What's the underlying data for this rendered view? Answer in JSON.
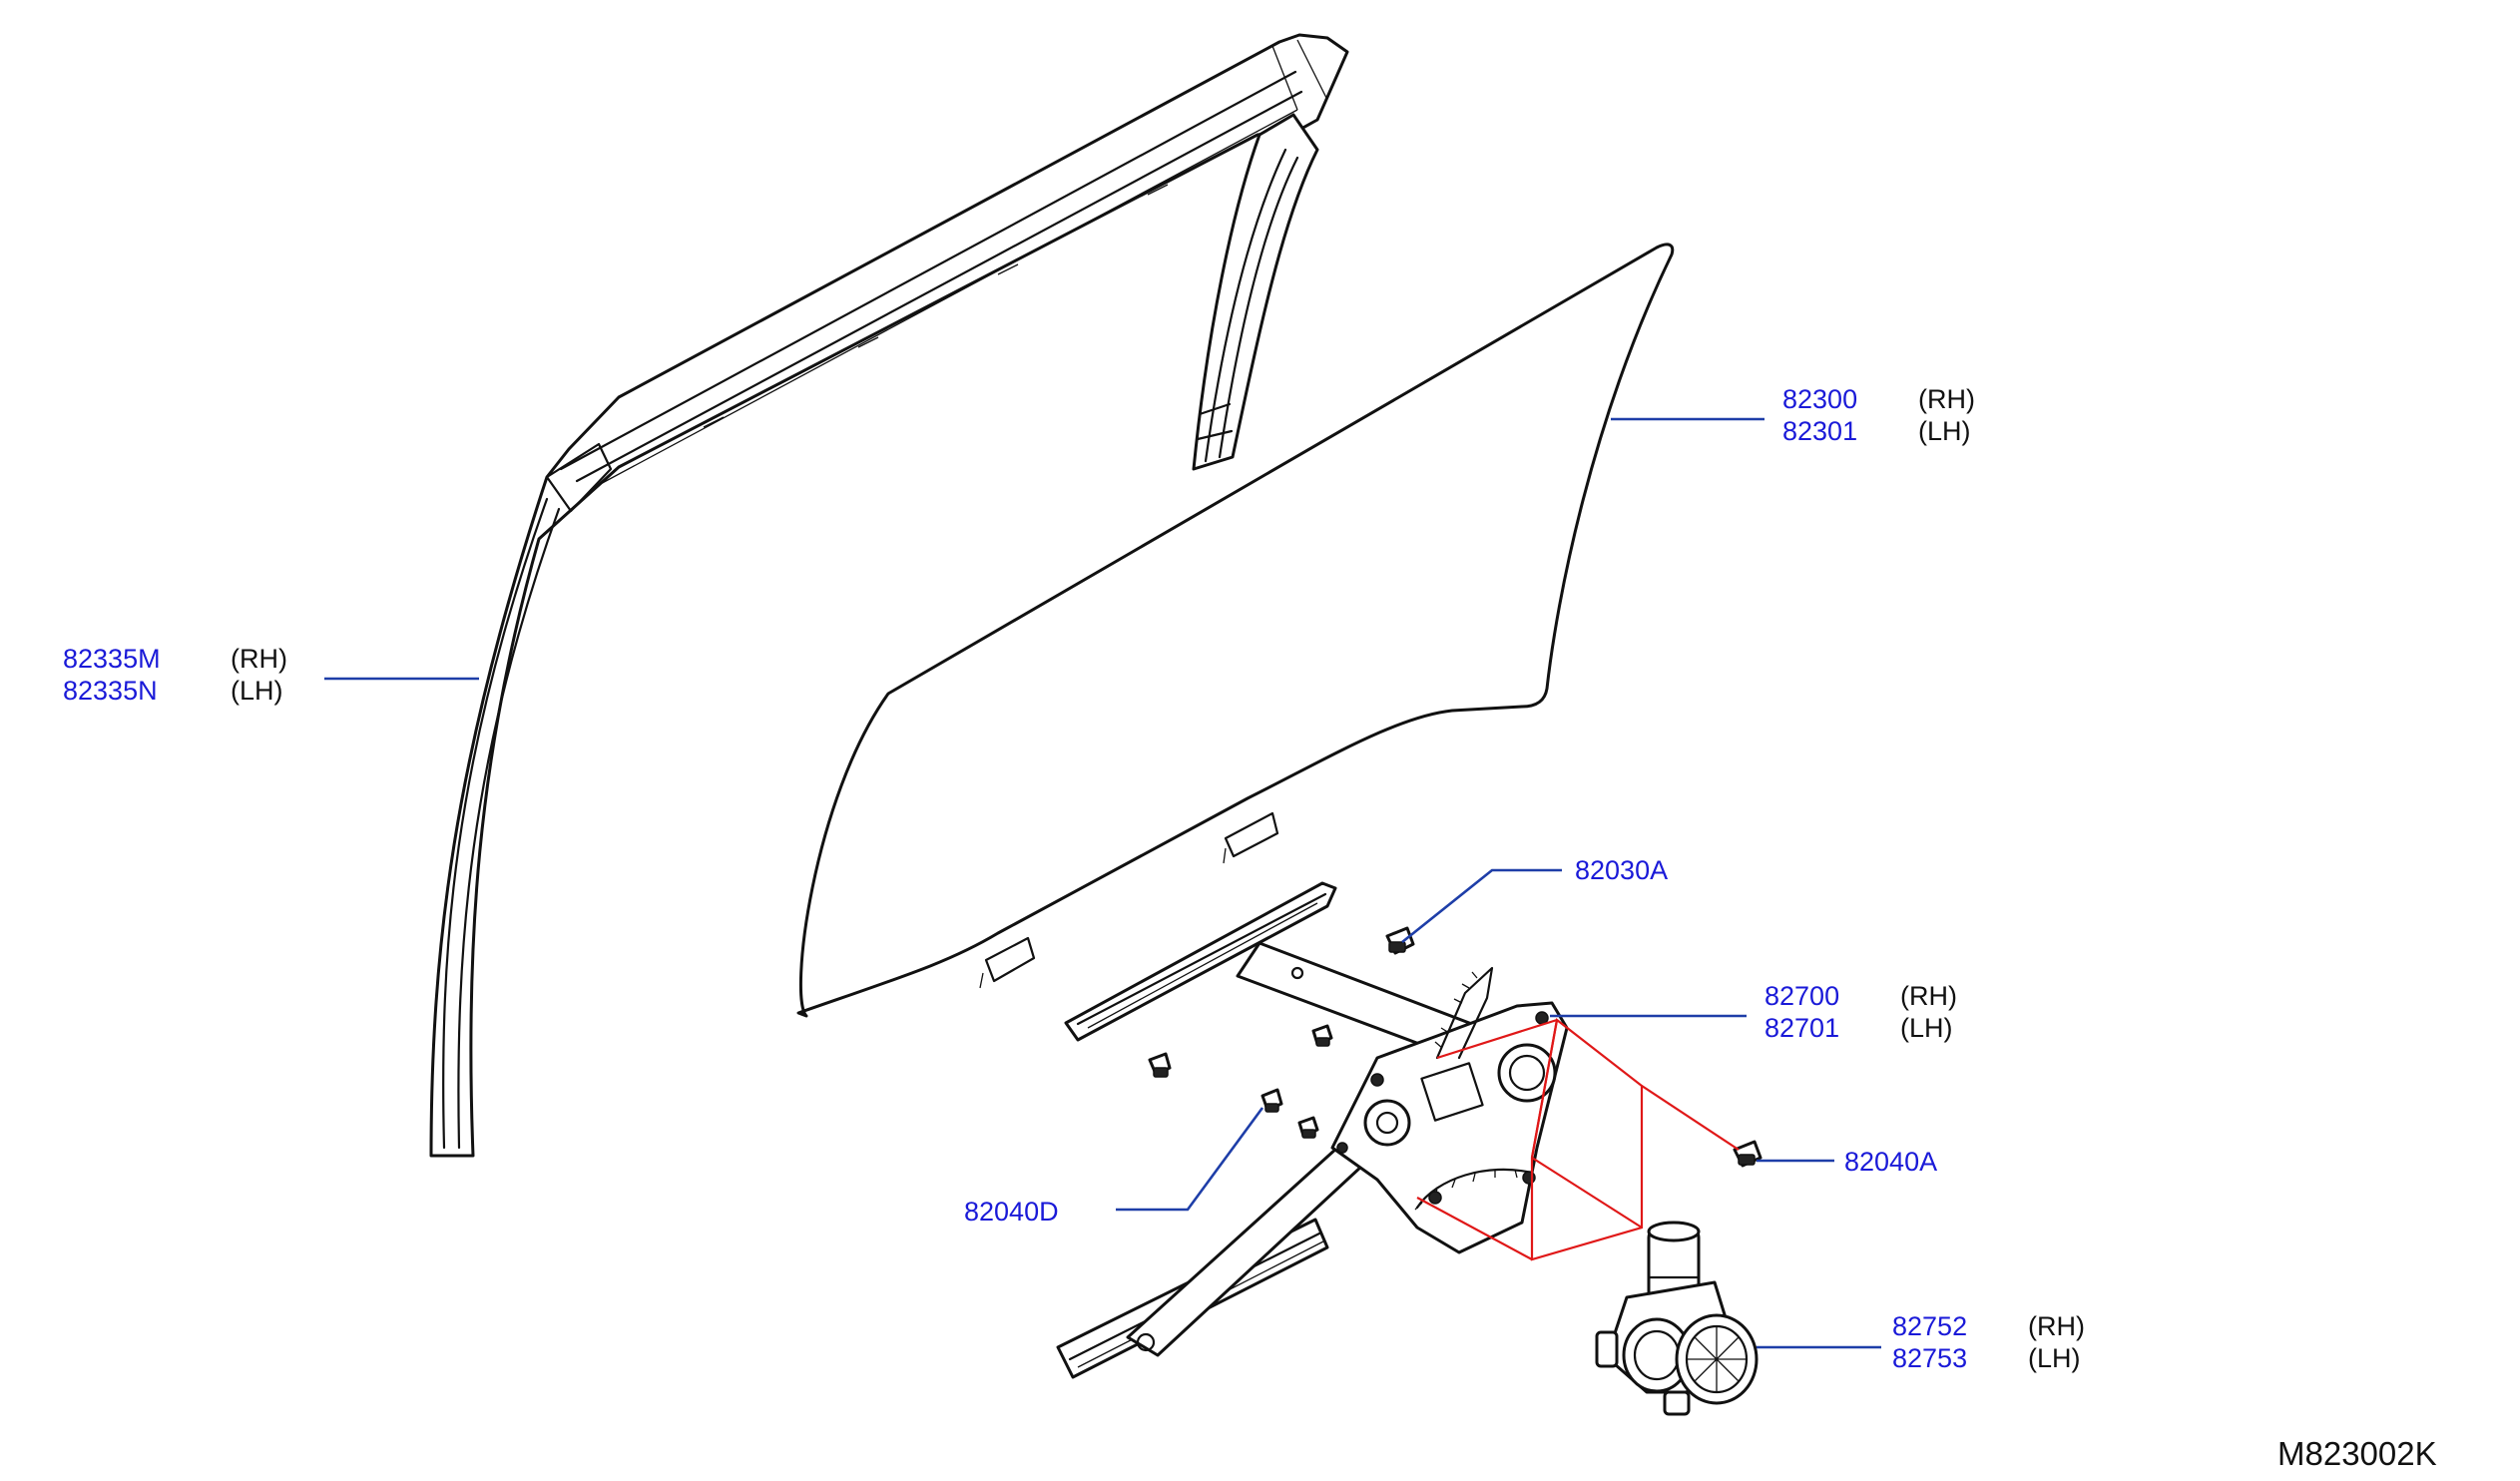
{
  "callouts": [
    {
      "id": "glass",
      "parts": [
        {
          "number": "82300",
          "side": "(RH)"
        },
        {
          "number": "82301",
          "side": "(LH)"
        }
      ]
    },
    {
      "id": "sash",
      "parts": [
        {
          "number": "82335M",
          "side": "(RH)"
        },
        {
          "number": "82335N",
          "side": "(LH)"
        }
      ]
    },
    {
      "id": "regulator",
      "parts": [
        {
          "number": "82700",
          "side": "(RH)"
        },
        {
          "number": "82701",
          "side": "(LH)"
        }
      ]
    },
    {
      "id": "motor",
      "parts": [
        {
          "number": "82752",
          "side": "(RH)"
        },
        {
          "number": "82753",
          "side": "(LH)"
        }
      ]
    },
    {
      "id": "bolt-glass",
      "parts": [
        {
          "number": "82030A"
        }
      ]
    },
    {
      "id": "bolt-regulator",
      "parts": [
        {
          "number": "82040A"
        }
      ]
    },
    {
      "id": "bolt-regulator-lower",
      "parts": [
        {
          "number": "82040D"
        }
      ]
    }
  ],
  "diagram_code": "M823002K",
  "colors": {
    "part_number": "#1a1ad8",
    "leader_line": "#1e3ea8",
    "highlight": "#e01818",
    "drawing": "#111111"
  }
}
